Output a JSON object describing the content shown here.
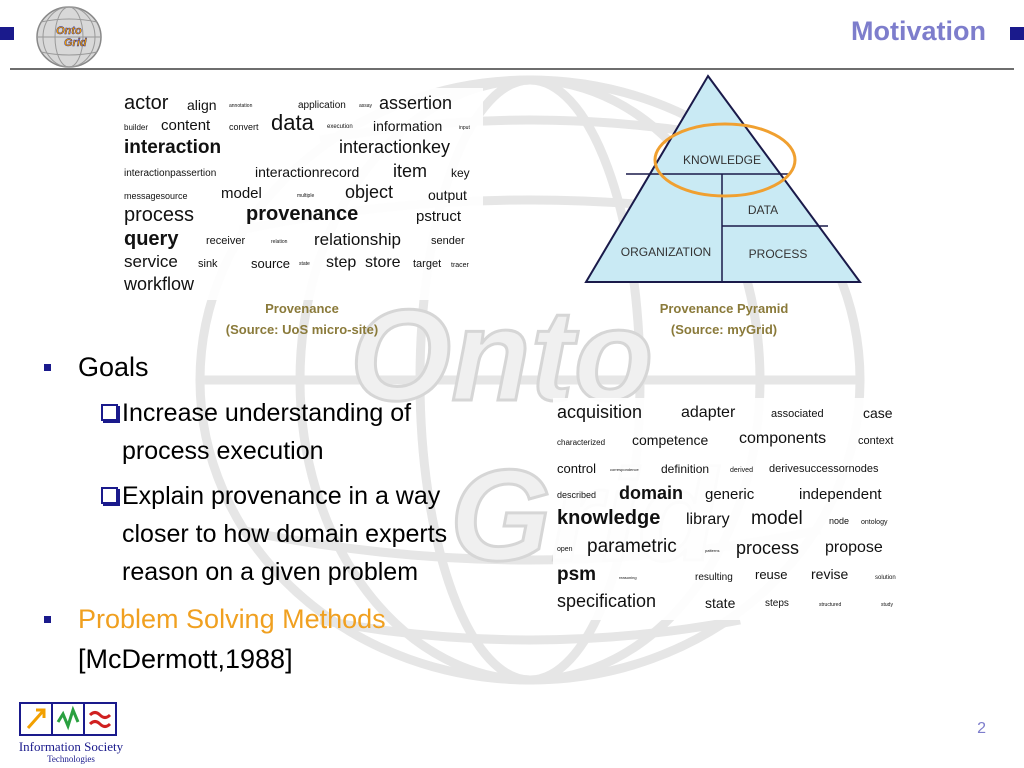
{
  "header": {
    "title": "Motivation",
    "logo_text_top": "Onto",
    "logo_text_bottom": "Grid",
    "accent_color": "#1a1a8c",
    "title_color": "#7d7dcc"
  },
  "tag_cloud_1": {
    "words": [
      "actor",
      "align",
      "annotation",
      "assertion",
      "application",
      "assay",
      "builder",
      "content",
      "convert",
      "data",
      "execution",
      "information",
      "input",
      "interaction",
      "interactionkey",
      "interactionpassertion",
      "interactionrecord",
      "item",
      "key",
      "messagesource",
      "model",
      "multiple",
      "object",
      "output",
      "process",
      "provenance",
      "pstruct",
      "query",
      "receiver",
      "relation",
      "relationship",
      "sender",
      "service",
      "sink",
      "source",
      "state",
      "step",
      "store",
      "target",
      "tracer",
      "workflow"
    ]
  },
  "caption_1": {
    "line1": "Provenance",
    "line2": "(Source: UoS micro-site)"
  },
  "pyramid": {
    "labels": {
      "knowledge": "KNOWLEDGE",
      "data": "DATA",
      "organization": "ORGANIZATION",
      "process": "PROCESS"
    },
    "fill_color": "#c9eaf4",
    "highlight_color": "#f0a030"
  },
  "caption_2": {
    "line1": "Provenance Pyramid",
    "line2": "(Source: myGrid)"
  },
  "tag_cloud_2": {
    "words": [
      "acquisition",
      "adapter",
      "associated",
      "case",
      "characterized",
      "competence",
      "components",
      "context",
      "control",
      "correspondence",
      "definition",
      "derived",
      "derivesuccessornodes",
      "described",
      "domain",
      "generic",
      "independent",
      "knowledge",
      "library",
      "model",
      "node",
      "ontology",
      "open",
      "parametric",
      "patterns",
      "process",
      "propose",
      "psm",
      "reasoning",
      "resulting",
      "reuse",
      "revise",
      "solution",
      "specification",
      "state",
      "steps",
      "structured",
      "study"
    ]
  },
  "bullets": {
    "goals": "Goals",
    "sub1_line1": "Increase understanding of",
    "sub1_line2": "process execution",
    "sub2_line1": "Explain provenance in a way",
    "sub2_line2": "closer to how domain experts",
    "sub2_line3": "reason on a given problem",
    "psm_line1": "Problem Solving Methods",
    "psm_line2": "[McDermott,1988]",
    "psm_color": "#f0a020"
  },
  "footer": {
    "ist_line1": "Information Society",
    "ist_line2": "Technologies",
    "page_number": "2"
  }
}
